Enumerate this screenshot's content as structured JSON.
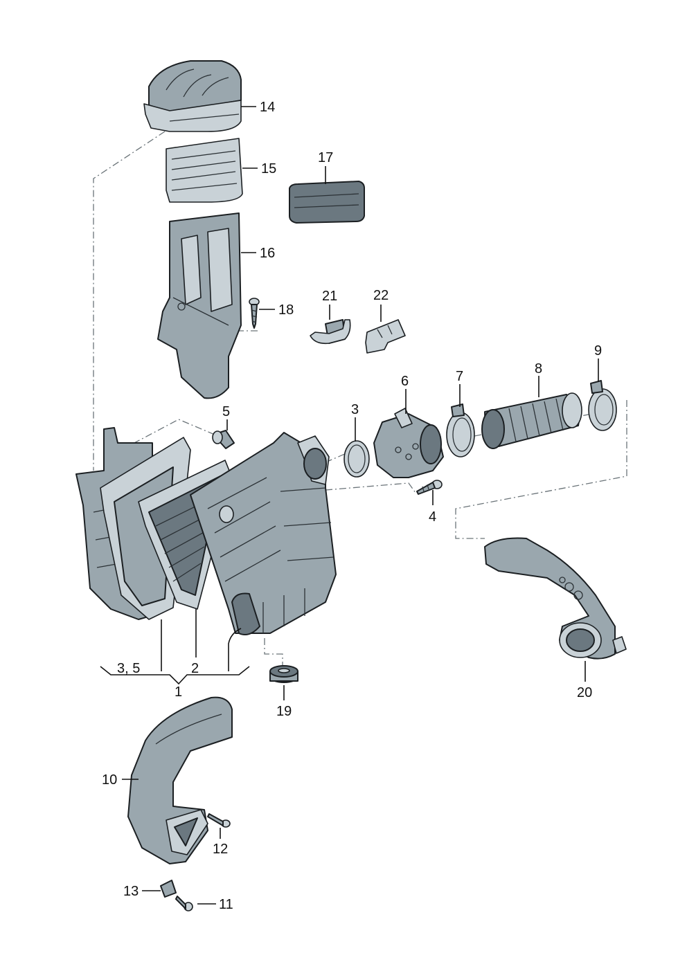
{
  "labels": [
    {
      "id": "l1",
      "text": "1"
    },
    {
      "id": "l2",
      "text": "2"
    },
    {
      "id": "l35",
      "text": "3, 5"
    },
    {
      "id": "l3",
      "text": "3"
    },
    {
      "id": "l4",
      "text": "4"
    },
    {
      "id": "l5",
      "text": "5"
    },
    {
      "id": "l6",
      "text": "6"
    },
    {
      "id": "l7",
      "text": "7"
    },
    {
      "id": "l8",
      "text": "8"
    },
    {
      "id": "l9",
      "text": "9"
    },
    {
      "id": "l10",
      "text": "10"
    },
    {
      "id": "l11",
      "text": "11"
    },
    {
      "id": "l12",
      "text": "12"
    },
    {
      "id": "l13",
      "text": "13"
    },
    {
      "id": "l14",
      "text": "14"
    },
    {
      "id": "l15",
      "text": "15"
    },
    {
      "id": "l16",
      "text": "16"
    },
    {
      "id": "l17",
      "text": "17"
    },
    {
      "id": "l18",
      "text": "18"
    },
    {
      "id": "l19",
      "text": "19"
    },
    {
      "id": "l20",
      "text": "20"
    },
    {
      "id": "l21",
      "text": "21"
    },
    {
      "id": "l22",
      "text": "22"
    }
  ]
}
